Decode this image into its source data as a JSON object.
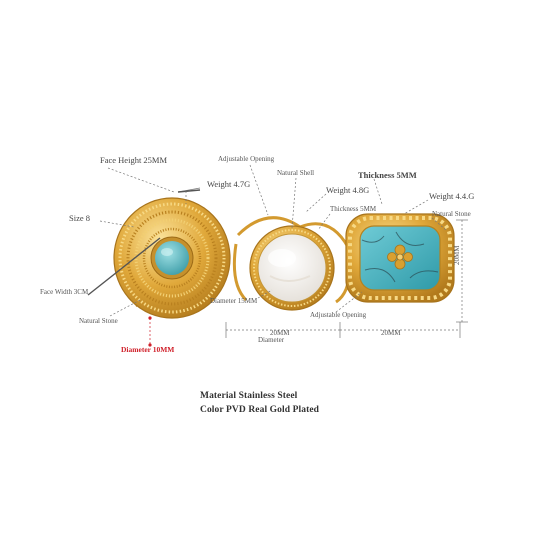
{
  "ring1": {
    "face_height": "Face Height 25MM",
    "weight": "Weight 4.7G",
    "size": "Size 8",
    "face_width": "Face Width 3CM",
    "stone": "Natural Stone",
    "diameter": "Diameter 10MM"
  },
  "ring2": {
    "opening": "Adjustable Opening",
    "shell": "Natural Shell",
    "weight": "Weight 4.8G",
    "thickness": "Thickness 5MM",
    "diameter": "Diameter 15MM",
    "width": "20MM",
    "width_caption": "Diameter"
  },
  "ring3": {
    "thickness": "Thickness 5MM",
    "weight": "Weight 4.4.G",
    "stone": "Natural Stone",
    "opening": "Adjustable Opening",
    "height": "20MM",
    "width": "20MM"
  },
  "captions": {
    "material": "Material Stainless Steel",
    "color": "Color PVD Real Gold Plated"
  },
  "colors": {
    "gold": "#d9a030",
    "gold_light": "#f3d27a",
    "turquoise": "#4fb8c4",
    "shell": "#f4f1ee",
    "annotation_red": "#d0202a"
  }
}
